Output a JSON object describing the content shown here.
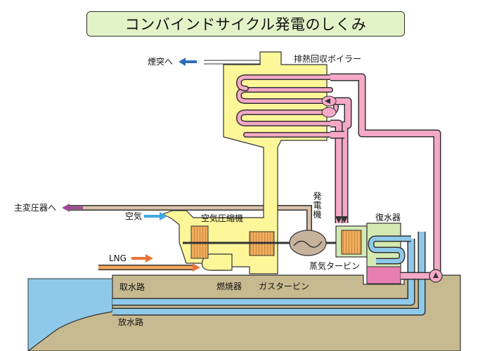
{
  "title": "コンバインドサイクル発電のしくみ",
  "labels": {
    "chimney": "煙突へ",
    "hrsg": "排熱回収ボイラー",
    "substation": "主変圧器へ",
    "air": "空気",
    "compressor": "空気圧縮機",
    "generator": "発電機",
    "condenser": "復水器",
    "lng": "LNG",
    "steam_turbine": "蒸気タービン",
    "intake": "取水路",
    "combustor": "燃焼器",
    "gas_turbine": "ガスタービン",
    "outlet": "放水路"
  },
  "colors": {
    "title_bg": "#e3f3c8",
    "gas_path": "#fdf79a",
    "steam_pipe": "#f5a9c6",
    "cooling_water": "#8ec9ea",
    "ground": "#c8ba90",
    "generator": "#c7b29d",
    "turbine_blades": "#f0ad5c",
    "condenser": "#d4eab2",
    "arrow_chimney": "#2f6db5",
    "arrow_substation": "#a04a9a",
    "arrow_air": "#3fa9df",
    "arrow_lng": "#e8743b"
  }
}
